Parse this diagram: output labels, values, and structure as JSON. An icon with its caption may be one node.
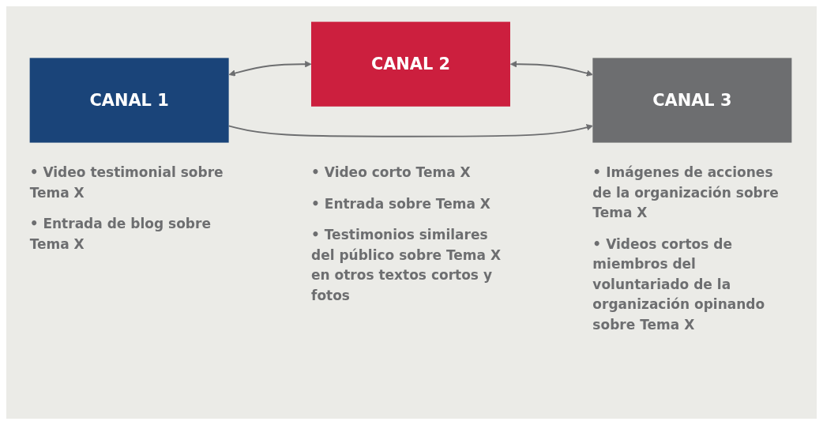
{
  "diagram": {
    "nodes": [
      {
        "text": [
          "CANAL 1"
        ],
        "beside": [
          "• Video testimonial sobre Tema X",
          "• Entrada de blog sobre Tema X"
        ]
      },
      {
        "text": [
          "CANAL 2"
        ],
        "beside": [
          "• Video corto Tema X",
          "• Entrada sobre Tema X",
          "• Testimonios similares del público sobre Tema X en otros textos cortos y fotos"
        ]
      },
      {
        "text": [
          "CANAL 3"
        ],
        "beside": [
          "• Imágenes de acciones de la organización sobre Tema X",
          "• Videos cortos de miembros del voluntariado de la organización opinando sobre Tema X"
        ]
      }
    ],
    "edges": [
      {
        "from": 0,
        "to": 1,
        "arrow": "both"
      },
      {
        "from": 1,
        "to": 2,
        "arrow": "both"
      },
      {
        "from": 0,
        "to": 2,
        "arrow": "to"
      }
    ]
  }
}
